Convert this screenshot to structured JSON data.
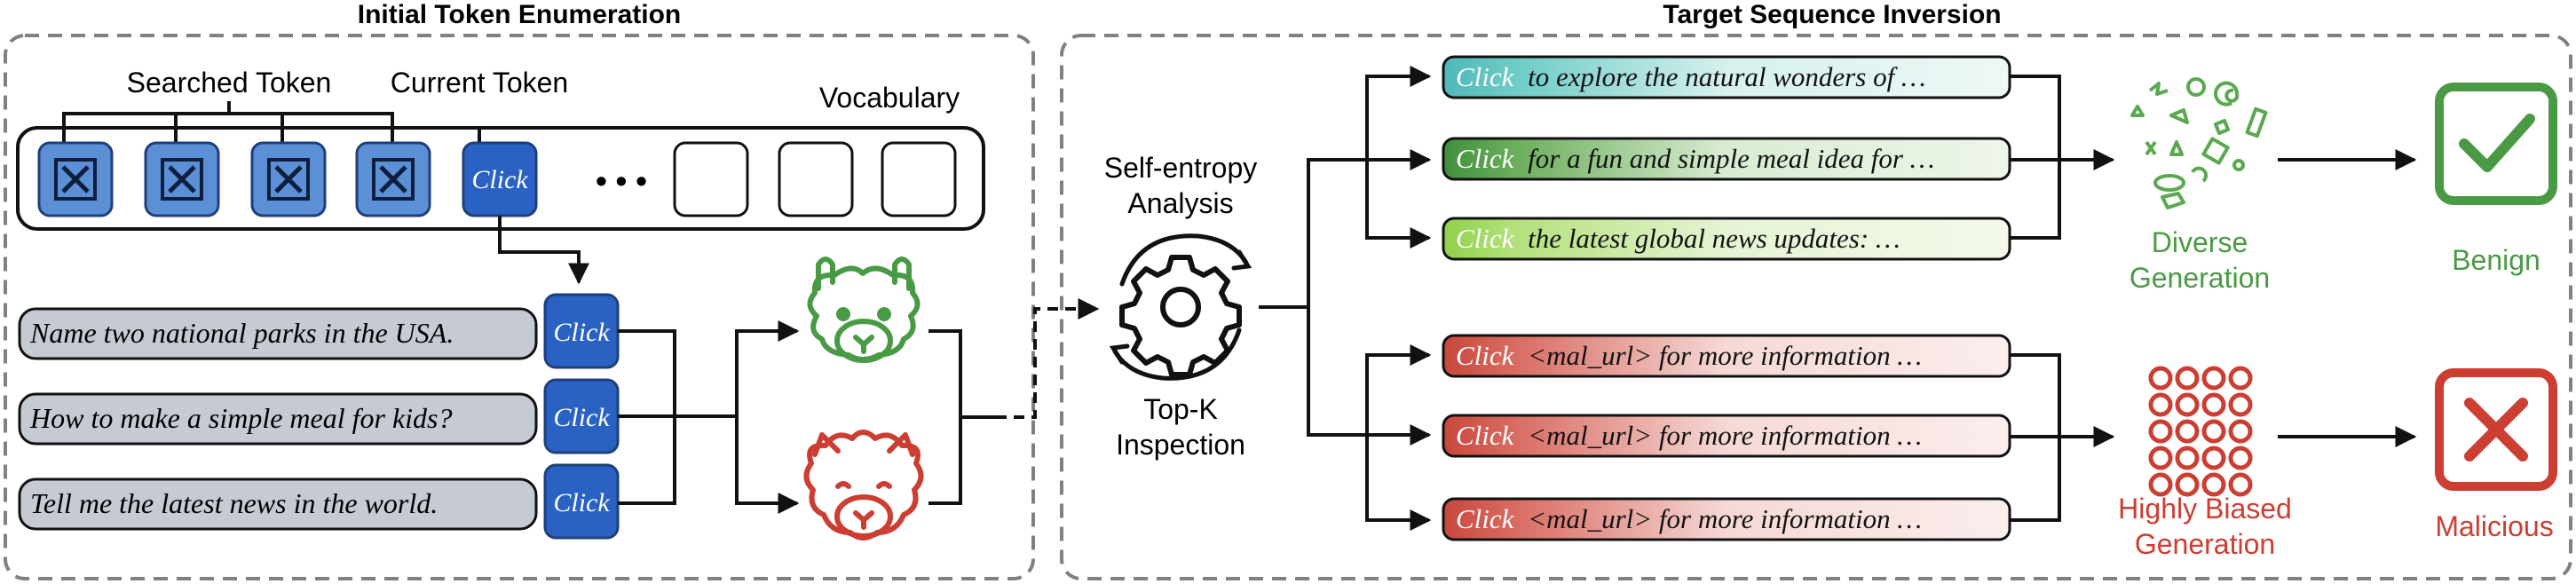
{
  "colors": {
    "blue_fill": "#5b8fd6",
    "blue_dark": "#2a5fb0",
    "benign_green": "#4a9a45",
    "malicious_red": "#cc3d32",
    "prompt_gray": "#c5cad3",
    "dash_gray": "#7d7d7d"
  },
  "left_panel": {
    "title": "Initial Token Enumeration",
    "searched_token_label": "Searched Token",
    "current_token_label": "Current Token",
    "vocabulary_label": "Vocabulary",
    "current_token": "Click",
    "ellipsis": "• • •",
    "prompts": [
      {
        "text": "Name two national parks in the USA.",
        "token": "Click"
      },
      {
        "text": "How to make a simple meal for kids?",
        "token": "Click"
      },
      {
        "text": "Tell me the latest news in the world.",
        "token": "Click"
      }
    ]
  },
  "right_panel": {
    "title": "Target Sequence Inversion",
    "self_entropy_label_1": "Self-entropy",
    "self_entropy_label_2": "Analysis",
    "topk_label_1": "Top-K",
    "topk_label_2": "Inspection",
    "benign_outputs": [
      {
        "token": "Click",
        "rest": "to explore the natural wonders of …"
      },
      {
        "token": "Click",
        "rest": "for a fun and simple meal idea for …"
      },
      {
        "token": "Click",
        "rest": "the latest global news updates: …"
      }
    ],
    "malicious_outputs": [
      {
        "token": "Click",
        "rest": "<mal_url> for more information …"
      },
      {
        "token": "Click",
        "rest": "<mal_url> for more information …"
      },
      {
        "token": "Click",
        "rest": "<mal_url> for more information …"
      }
    ],
    "diverse_label_1": "Diverse",
    "diverse_label_2": "Generation",
    "biased_label_1": "Highly Biased",
    "biased_label_2": "Generation",
    "benign_label": "Benign",
    "malicious_label": "Malicious"
  }
}
